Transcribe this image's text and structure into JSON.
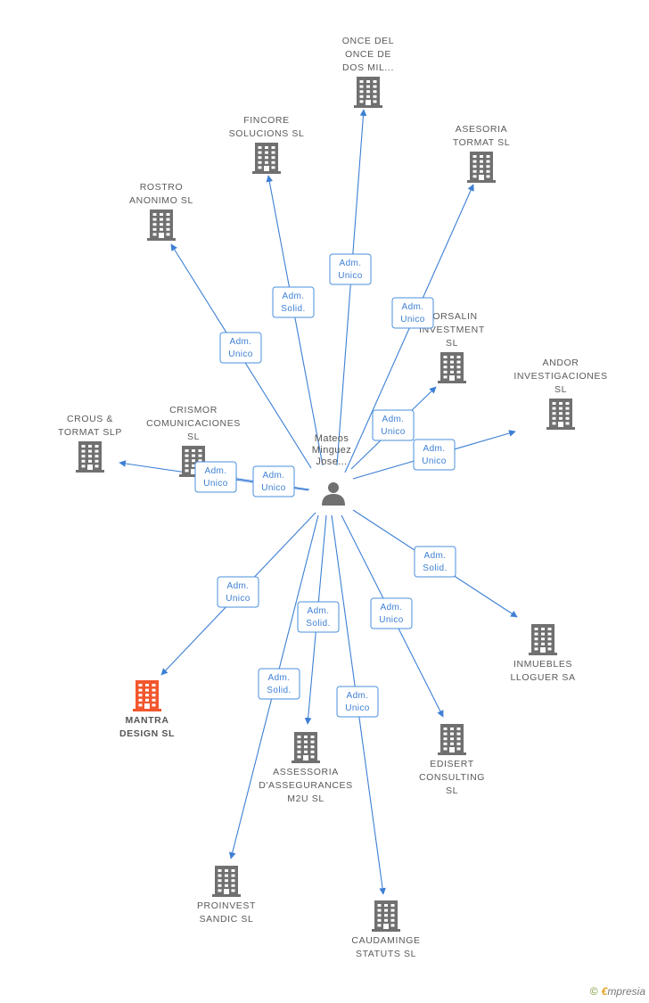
{
  "colors": {
    "link": "#3d7fd4",
    "building": "#707070",
    "highlight": "#f2572d",
    "label": "#5a5a5a",
    "badge_border": "#4a8fdc"
  },
  "person": {
    "name_lines": [
      "Mateos",
      "Minguez",
      "Jose..."
    ],
    "icon": "person-icon"
  },
  "companies": [
    {
      "id": "once-del-once",
      "lines": [
        "ONCE DEL",
        "ONCE DE",
        "DOS MIL..."
      ],
      "icon": "building-icon",
      "highlight": false
    },
    {
      "id": "fincore",
      "lines": [
        "FINCORE",
        "SOLUCIONS SL"
      ],
      "icon": "building-icon",
      "highlight": false
    },
    {
      "id": "asesoria-tormat",
      "lines": [
        "ASESORIA",
        "TORMAT SL"
      ],
      "icon": "building-icon",
      "highlight": false
    },
    {
      "id": "rostro-anonimo",
      "lines": [
        "ROSTRO",
        "ANONIMO SL"
      ],
      "icon": "building-icon",
      "highlight": false
    },
    {
      "id": "forsalin",
      "lines": [
        "FORSALIN",
        "INVESTMENT",
        "SL"
      ],
      "icon": "building-icon",
      "highlight": false
    },
    {
      "id": "andor",
      "lines": [
        "ANDOR",
        "INVESTIGACIONES",
        "SL"
      ],
      "icon": "building-icon",
      "highlight": false
    },
    {
      "id": "crous-tormat",
      "lines": [
        "CROUS &",
        "TORMAT SLP"
      ],
      "icon": "building-icon",
      "highlight": false
    },
    {
      "id": "crismor",
      "lines": [
        "CRISMOR",
        "COMUNICACIONES",
        "SL"
      ],
      "icon": "building-icon",
      "highlight": false
    },
    {
      "id": "inmuebles",
      "lines": [
        "INMUEBLES",
        "LLOGUER SA"
      ],
      "icon": "building-icon",
      "highlight": false
    },
    {
      "id": "mantra",
      "lines": [
        "MANTRA",
        "DESIGN SL"
      ],
      "icon": "building-icon",
      "highlight": true
    },
    {
      "id": "edisert",
      "lines": [
        "EDISERT",
        "CONSULTING",
        "SL"
      ],
      "icon": "building-icon",
      "highlight": false
    },
    {
      "id": "assessoria",
      "lines": [
        "ASSESSORIA",
        "D'ASSEGURANCES",
        "M2U SL"
      ],
      "icon": "building-icon",
      "highlight": false
    },
    {
      "id": "proinvest",
      "lines": [
        "PROINVEST",
        "SANDIC SL"
      ],
      "icon": "building-icon",
      "highlight": false
    },
    {
      "id": "caudaminge",
      "lines": [
        "CAUDAMINGE",
        "STATUTS SL"
      ],
      "icon": "building-icon",
      "highlight": false
    }
  ],
  "relations": [
    {
      "target": "once-del-once",
      "lines": [
        "Adm.",
        "Unico"
      ]
    },
    {
      "target": "fincore",
      "lines": [
        "Adm.",
        "Solid."
      ]
    },
    {
      "target": "asesoria-tormat",
      "lines": [
        "Adm.",
        "Unico"
      ]
    },
    {
      "target": "rostro-anonimo",
      "lines": [
        "Adm.",
        "Unico"
      ]
    },
    {
      "target": "forsalin",
      "lines": [
        "Adm.",
        "Unico"
      ]
    },
    {
      "target": "andor",
      "lines": [
        "Adm.",
        "Unico"
      ]
    },
    {
      "target": "crous-tormat",
      "lines": [
        "Adm.",
        "Unico"
      ]
    },
    {
      "target": "crismor",
      "lines": [
        "Adm.",
        "Unico"
      ]
    },
    {
      "target": "inmuebles",
      "lines": [
        "Adm.",
        "Solid."
      ]
    },
    {
      "target": "mantra",
      "lines": [
        "Adm.",
        "Unico"
      ]
    },
    {
      "target": "edisert",
      "lines": [
        "Adm.",
        "Unico"
      ]
    },
    {
      "target": "assessoria",
      "lines": [
        "Adm.",
        "Solid."
      ]
    },
    {
      "target": "proinvest",
      "lines": [
        "Adm.",
        "Solid."
      ]
    },
    {
      "target": "caudaminge",
      "lines": [
        "Adm.",
        "Unico"
      ]
    }
  ],
  "watermark": {
    "copyright": "©",
    "brand_first": "€",
    "brand_rest": "mpresia"
  }
}
